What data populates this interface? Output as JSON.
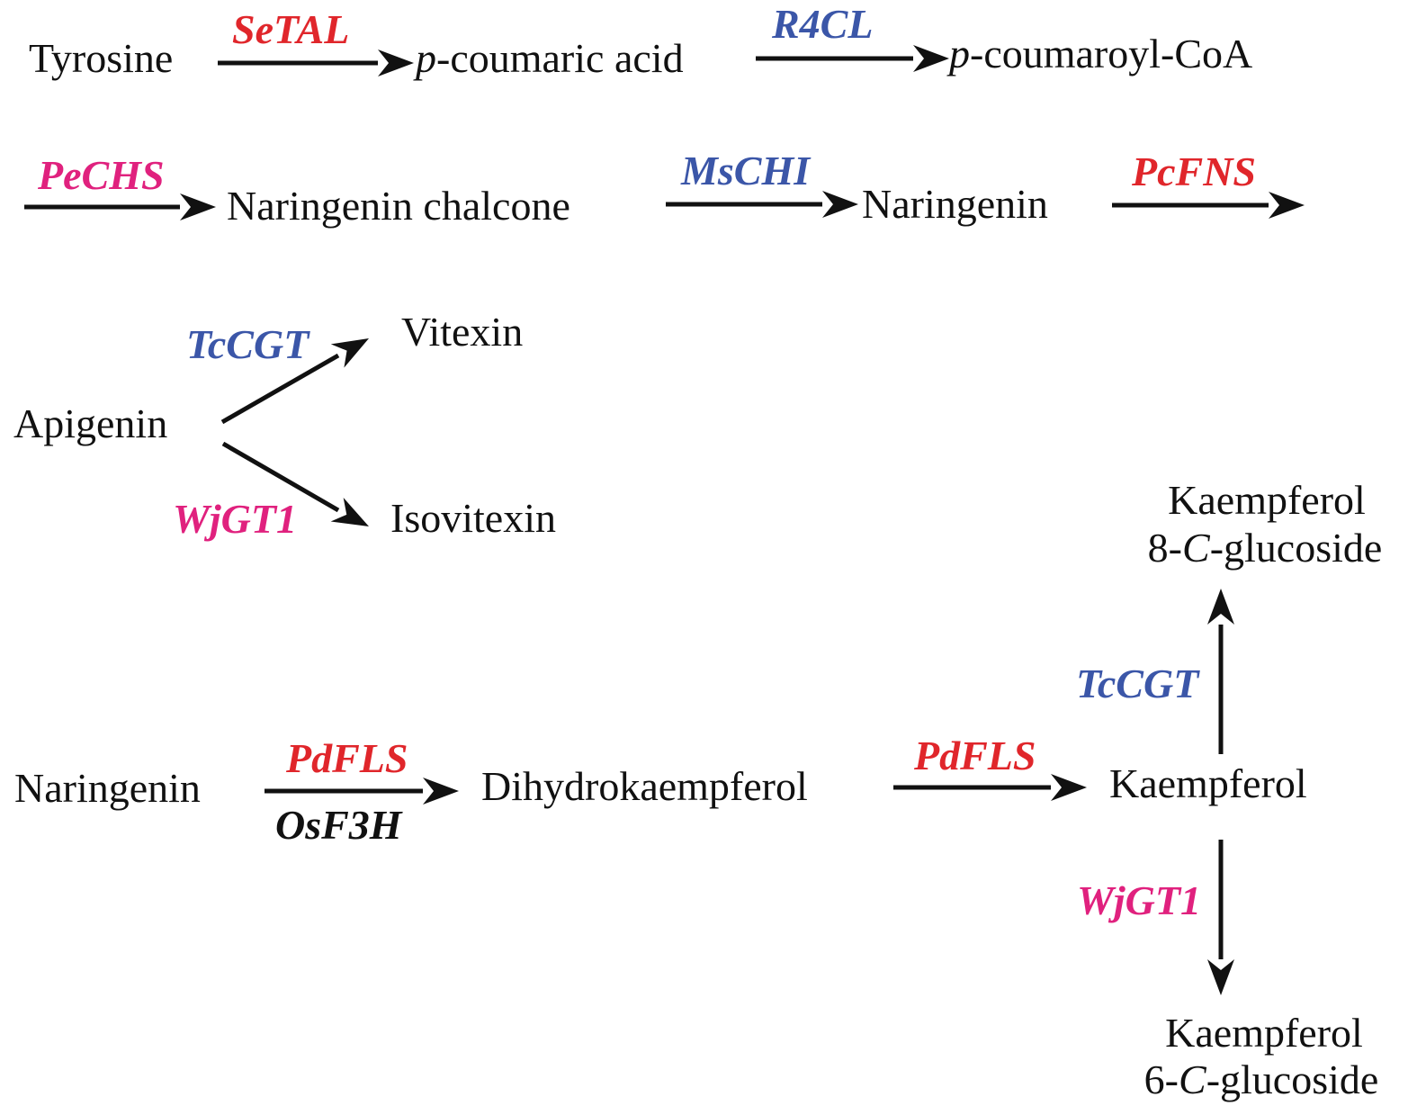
{
  "colors": {
    "red": "#e0262b",
    "blue": "#3b56a8",
    "pink": "#e0217e",
    "black": "#111111"
  },
  "nodes": {
    "tyrosine": "Tyrosine",
    "p_italic": "p",
    "coumaric_rest": "-coumaric acid",
    "coumaroyl_rest": "-coumaroyl-CoA",
    "naringenin_chalcone": "Naringenin chalcone",
    "naringenin": "Naringenin",
    "apigenin": "Apigenin",
    "vitexin": "Vitexin",
    "isovitexin": "Isovitexin",
    "naringenin_2": "Naringenin",
    "dihydrokaempferol": "Dihydrokaempferol",
    "kaempferol": "Kaempferol",
    "k8_line1": "Kaempferol",
    "k8_line2_prefix": "8-",
    "c_italic": "C",
    "k8_line2_suffix": "-glucoside",
    "k6_line1": "Kaempferol",
    "k6_line2_prefix": "6-",
    "k6_line2_suffix": "-glucoside"
  },
  "enzymes": {
    "setal": "SeTAL",
    "r4cl": "R4CL",
    "pechs": "PeCHS",
    "mschi": "MsCHI",
    "pcfns": "PcFNS",
    "tccgt_1": "TcCGT",
    "wjgt1_1": "WjGT1",
    "pdfls_1": "PdFLS",
    "osf3h": "OsF3H",
    "pdfls_2": "PdFLS",
    "tccgt_2": "TcCGT",
    "wjgt1_2": "WjGT1"
  }
}
